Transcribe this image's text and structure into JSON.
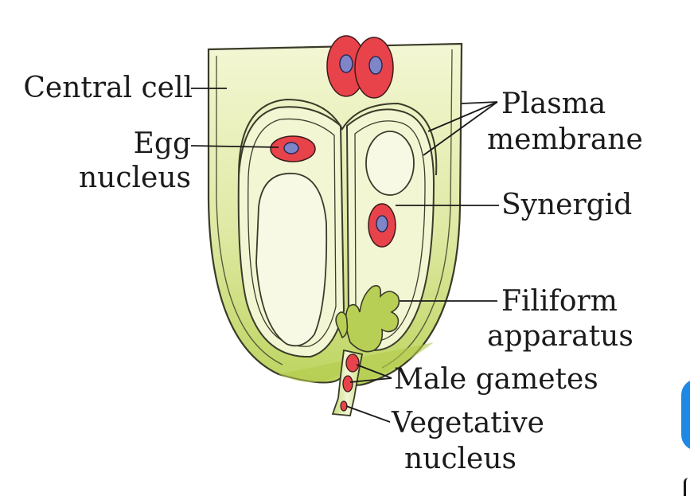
{
  "labels": {
    "central_cell": "Central cell",
    "egg_line1": "Egg",
    "egg_line2": "nucleus",
    "plasma_line1": "Plasma",
    "plasma_line2": "membrane",
    "synergid": "Synergid",
    "filiform_line1": "Filiform",
    "filiform_line2": "apparatus",
    "male_gametes": "Male gametes",
    "vegetative_line1": "Vegetative",
    "vegetative_line2": "nucleus"
  },
  "colors": {
    "cytoplasm": "#dfe9a6",
    "cell_fill": "#f3f6d6",
    "wall_stroke": "#3b3b2a",
    "nucleus_red": "#e8424a",
    "nucleus_blue": "#7f86c8",
    "accent_blue": "#1e88e5"
  }
}
